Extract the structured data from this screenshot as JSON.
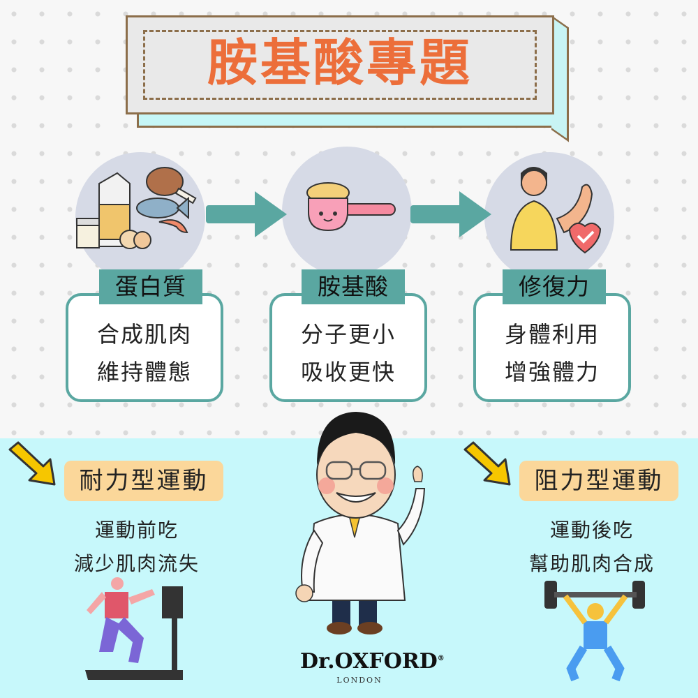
{
  "title": "胺基酸專題",
  "steps": [
    {
      "tag": "蛋白質",
      "lines": [
        "合成肌肉",
        "維持體態"
      ],
      "icon": "protein-foods-icon"
    },
    {
      "tag": "胺基酸",
      "lines": [
        "分子更小",
        "吸收更快"
      ],
      "icon": "scoop-powder-icon"
    },
    {
      "tag": "修復力",
      "lines": [
        "身體利用",
        "增強體力"
      ],
      "icon": "strong-man-heart-icon"
    }
  ],
  "sports": {
    "endurance": {
      "label": "耐力型運動",
      "lines": [
        "運動前吃",
        "減少肌肉流失"
      ],
      "icon": "treadmill-runner-icon"
    },
    "resistance": {
      "label": "阻力型運動",
      "lines": [
        "運動後吃",
        "幫助肌肉合成"
      ],
      "icon": "weightlifter-icon"
    }
  },
  "brand": {
    "name": "Dr.OXFORD",
    "registered": "®",
    "sub": "LONDON"
  },
  "colors": {
    "teal": "#5aa7a1",
    "orange_title": "#ec6e3a",
    "bottom_bg": "#c7f8fb",
    "label_bg": "#fbd79a",
    "arrow_yellow": "#f6c600"
  }
}
